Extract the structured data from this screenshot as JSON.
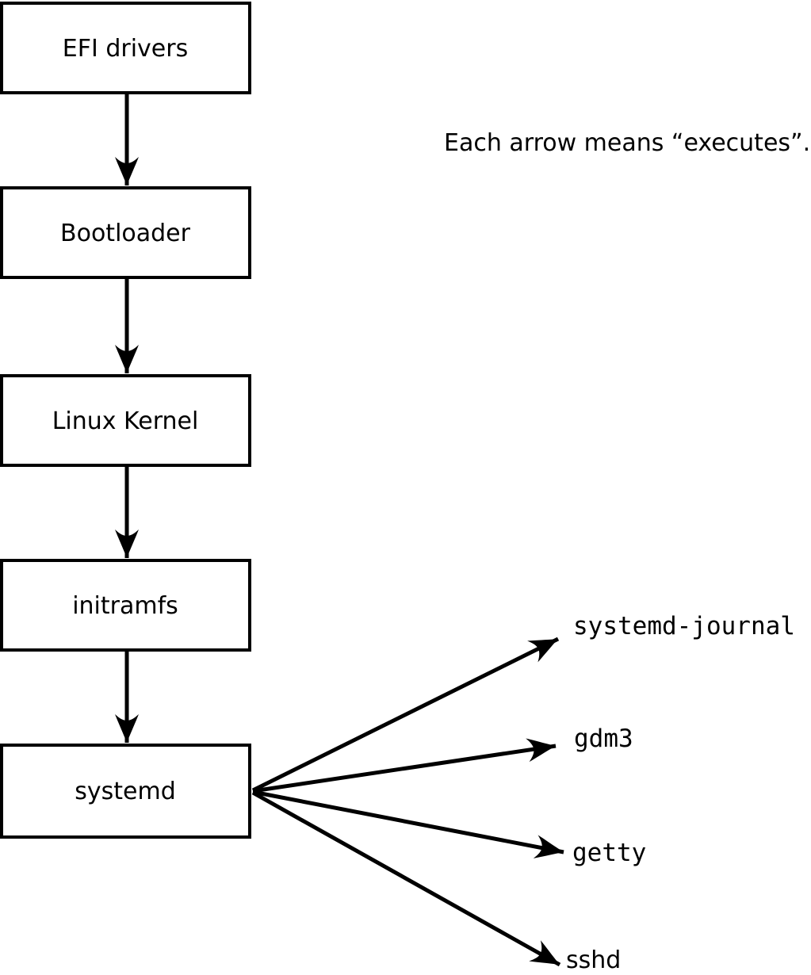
{
  "note": "Each arrow means “executes”.",
  "colors": {
    "ink": "#000000",
    "background": "#ffffff",
    "box_fill": "#ffffff"
  },
  "diagram": {
    "chain": [
      {
        "label": "EFI drivers"
      },
      {
        "label": "Bootloader"
      },
      {
        "label": "Linux Kernel"
      },
      {
        "label": "initramfs"
      },
      {
        "label": "systemd"
      }
    ],
    "spawned": [
      {
        "label": "systemd-journal"
      },
      {
        "label": "gdm3"
      },
      {
        "label": "getty"
      },
      {
        "label": "sshd"
      }
    ]
  }
}
